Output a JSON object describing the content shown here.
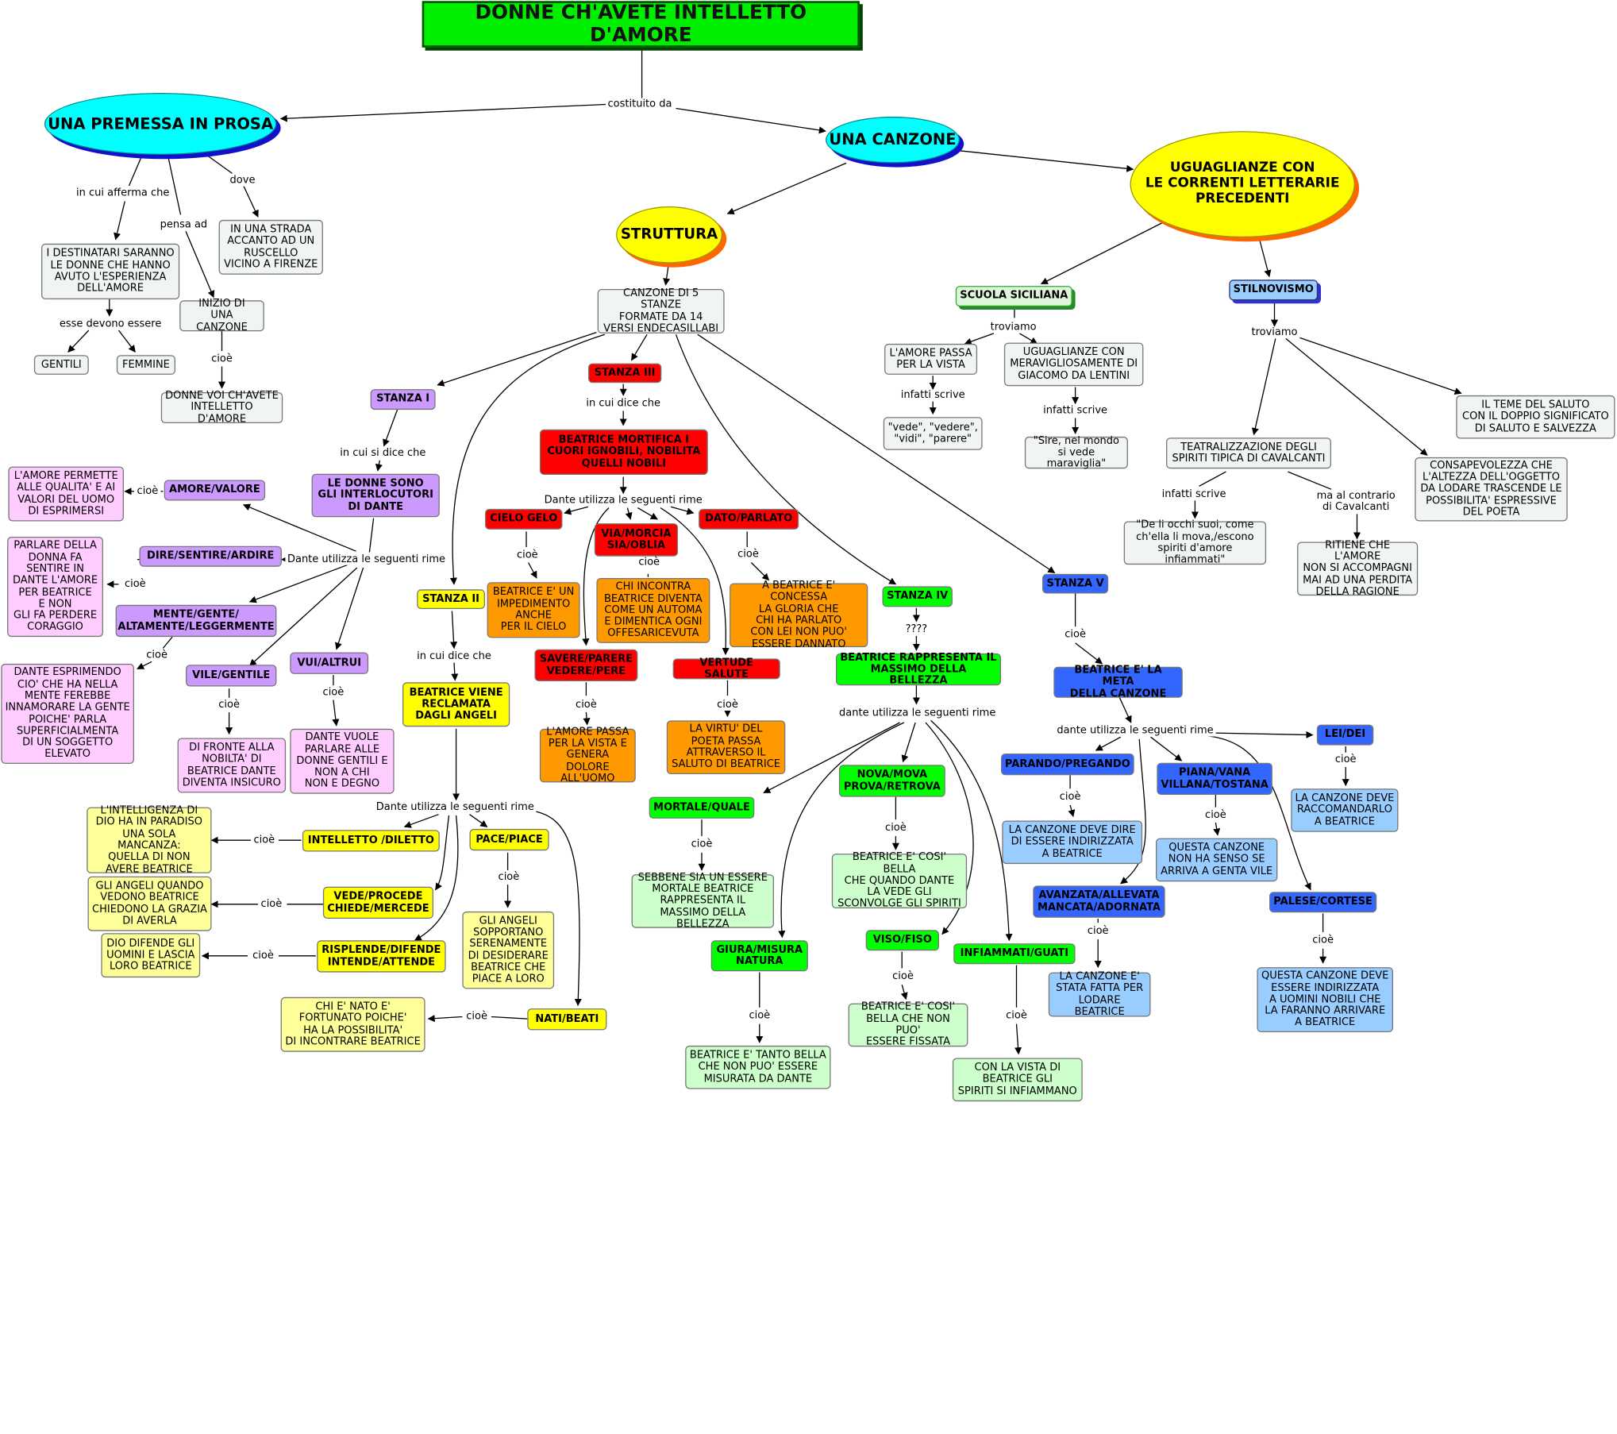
{
  "title": "DONNE CH'AVETE INTELLETTO D'AMORE",
  "nodes": {
    "premessa": "UNA PREMESSA IN PROSA",
    "canzone": "UNA CANZONE",
    "uguaglianze": "UGUAGLIANZE CON\nLE CORRENTI LETTERARIE\nPRECEDENTI",
    "struttura": "STRUTTURA",
    "destinatari": "I DESTINATARI SARANNO\nLE DONNE CHE HANNO\nAVUTO L'ESPERIENZA\nDELL'AMORE",
    "strada": "IN UNA STRADA\nACCANTO AD UN\nRUSCELLO\nVICINO A FIRENZE",
    "inizio": "INIZIO DI\nUNA CANZONE",
    "gentili": "GENTILI",
    "femmine": "FEMMINE",
    "donne_voi": "DONNE VOI CH'AVETE\nINTELLETTO D'AMORE",
    "canzone5": "CANZONE DI 5 STANZE\nFORMATE DA 14\nVERSI ENDECASILLABI",
    "scuola": "SCUOLA SICILIANA",
    "stilnovismo": "STILNOVISMO",
    "amore_vista": "L'AMORE PASSA\nPER LA VISTA",
    "meraviglia": "UGUAGLIANZE CON\nMERAVIGLIOSAMENTE DI\nGIACOMO DA LENTINI",
    "vede_q": "\"vede\", \"vedere\",\n\"vidi\", \"parere\"",
    "sire_q": "\"Sire, nel mondo\nsi vede maraviglia\"",
    "teatral": "TEATRALIZZAZIONE DEGLI\nSPIRITI TIPICA DI CAVALCANTI",
    "teme": "IL TEME DEL SALUTO\nCON IL DOPPIO SIGNIFICATO\nDI SALUTO E SALVEZZA",
    "consapev": "CONSAPEVOLEZZA CHE\nL'ALTEZZA DELL'OGGETTO\nDA LODARE TRASCENDE LE\nPOSSIBILITA' ESPRESSIVE\nDEL POETA",
    "occhi_q": "\"De li occhi suoi, come\nch'ella li mova,/escono\nspiriti d'amore infiammati\"",
    "ritiene": "RITIENE CHE L'AMORE\nNON SI ACCOMPAGNI\nMAI AD UNA PERDITA\nDELLA RAGIONE",
    "stanza1": "STANZA I",
    "stanza2": "STANZA II",
    "stanza3": "STANZA III",
    "stanza4": "STANZA IV",
    "stanza5": "STANZA V",
    "interlocutori": "LE DONNE SONO\nGLI INTERLOCUTORI\nDI DANTE",
    "amore_valore": "AMORE/VALORE",
    "dire_sentire": "DIRE/SENTIRE/ARDIRE",
    "mente": "MENTE/GENTE/\nALTAMENTE/LEGGERMENTE",
    "vile": "VILE/GENTILE",
    "vui": "VUI/ALTRUI",
    "amore_permette": "L'AMORE PERMETTE\nALLE QUALITA' E AI\nVALORI DEL UOMO\nDI ESPRIMERSI",
    "parlare": "PARLARE DELLA\nDONNA FA\nSENTIRE IN\nDANTE L'AMORE\nPER BEATRICE\nE NON\nGLI FA PERDERE\nCORAGGIO",
    "dante_esprimendo": "DANTE ESPRIMENDO\nCIO' CHE HA NELLA\nMENTE FEREBBE\nINNAMORARE LA GENTE\nPOICHE' PARLA\nSUPERFICIALMENTA\nDI UN SOGGETTO\nELEVATO",
    "di_fronte": "DI FRONTE ALLA\nNOBILTA'  DI\nBEATRICE DANTE\nDIVENTA INSICURO",
    "dante_vuole": "DANTE VUOLE\nPARLARE  ALLE\nDONNE GENTILI E\nNON A CHI\nNON E DEGNO",
    "reclamata": "BEATRICE VIENE\nRECLAMATA\nDAGLI ANGELI",
    "intelletto": "INTELLETTO /DILETTO",
    "pace": "PACE/PIACE",
    "vede_procede": "VEDE/PROCEDE\nCHIEDE/MERCEDE",
    "risplende": "RISPLENDE/DIFENDE\nINTENDE/ATTENDE",
    "nati": "NATI/BEATI",
    "intelligenza": "L'INTELLIGENZA DI\nDIO HA IN PARADISO\nUNA SOLA MANCANZA:\nQUELLA DI NON\nAVERE BEATRICE",
    "angeli_quando": "GLI ANGELI QUANDO\nVEDONO BEATRICE\nCHIEDONO LA GRAZIA\nDI AVERLA",
    "dio_difende": "DIO DIFENDE GLI\nUOMINI E LASCIA\nLORO BEATRICE",
    "angeli_sopp": "GLI ANGELI\nSOPPORTANO\nSERENAMENTE\nDI DESIDERARE\nBEATRICE CHE\nPIACE A LORO",
    "chi_nato": "CHI E' NATO E'\nFORTUNATO POICHE'\nHA LA POSSIBILITA'\nDI INCONTRARE BEATRICE",
    "mortifica": "BEATRICE MORTIFICA I\nCUORI IGNOBILI, NOBILITA\nQUELLI NOBILI",
    "cielo_gelo": "CIELO GELO",
    "via_morcia": "VIA/MORCIA\nSIA/OBLIA",
    "dato_parlato": "DATO/PARLATO",
    "impedimento": "BEATRICE E' UN\nIMPEDIMENTO\nANCHE\nPER IL CIELO",
    "chi_incontra": "CHI INCONTRA\nBEATRICE DIVENTA\nCOME UN AUTOMA\nE DIMENTICA OGNI\nOFFESARICEVUTA",
    "concessa": "A BEATRICE E' CONCESSA\nLA GLORIA CHE\nCHI HA PARLATO\nCON LEI  NON PUO'\nESSERE DANNATO",
    "savere": "SAVERE/PARERE\nVEDERE/PERE",
    "vertude": "VERTUDE SALUTE",
    "amore_passa2": "L'AMORE PASSA\nPER LA VISTA E\nGENERA DOLORE\nALL'UOMO",
    "virtu": "LA VIRTU' DEL\nPOETA PASSA\nATTRAVERSO IL\nSALUTO DI BEATRICE",
    "massimo": "BEATRICE RAPPRESENTA IL\nMASSIMO DELLA BELLEZZA",
    "nova_mova": "NOVA/MOVA\nPROVA/RETROVA",
    "mortale": "MORTALE/QUALE",
    "sebbene": "SEBBENE SIA UN ESSERE\nMORTALE BEATRICE\nRAPPRESENTA IL\nMASSIMO DELLA BELLEZZA",
    "cosi_bella": "BEATRICE E' COSI' BELLA\nCHE QUANDO DANTE\nLA VEDE GLI\nSCONVOLGE GLI SPIRITI",
    "giura": "GIURA/MISURA\nNATURA",
    "viso_fiso": "VISO/FISO",
    "infiammati": "INFIAMMATI/GUATI",
    "tanto_bella": "BEATRICE E' TANTO BELLA\nCHE NON PUO' ESSERE\nMISURATA DA DANTE",
    "non_fissata": "BEATRICE E' COSI'\nBELLA CHE NON PUO'\nESSERE FISSATA",
    "con_vista": "CON LA VISTA DI\nBEATRICE GLI\nSPIRITI SI INFIAMMANO",
    "meta": "BEATRICE E' LA META\nDELLA CANZONE",
    "parando": "PARANDO/PREGANDO",
    "piana": "PIANA/VANA\nVILLANA/TOSTANA",
    "lei_dei": "LEI/DEI",
    "dire_indir": "LA CANZONE DEVE DIRE\nDI ESSERE INDIRIZZATA\nA BEATRICE",
    "senso": "QUESTA CANZONE\nNON HA SENSO SE\nARRIVA A GENTA VILE",
    "raccomand": "LA CANZONE DEVE\nRACCOMANDARLO\nA BEATRICE",
    "avanzata": "AVANZATA/ALLEVATA\nMANCATA/ADORNATA",
    "palese": "PALESE/CORTESE",
    "stata_fatta": "LA CANZONE E'\nSTATA FATTA PER\nLODARE BEATRICE",
    "uomini_nobili": "QUESTA CANZONE DEVE\nESSERE INDIRIZZATA\nA UOMINI NOBILI CHE\nLA FARANNO ARRIVARE\nA BEATRICE"
  },
  "labels": {
    "costituito": "costituito da",
    "in_cui_afferma": "in cui afferma che",
    "pensa_ad": "pensa ad",
    "dove": "dove",
    "esse_devono": "esse devono essere",
    "cioe": "cioè",
    "troviamo": "troviamo",
    "infatti_scrive": "infatti scrive",
    "ma_al_contrario": "ma al contrario\ndi Cavalcanti",
    "in_cui_si_dice": "in cui si dice che",
    "in_cui_dice": "in cui dice che",
    "dante_rime": "Dante utilizza le seguenti rime",
    "dante_rime_lc": "dante utilizza le seguenti rime",
    "qqqq": "????"
  },
  "colors": {
    "title_bg": "#00ee00",
    "ellipse_cyan": "#00ffff",
    "ellipse_yellow": "#ffff00",
    "stanza_purple": "#cc99ff",
    "stanza_red": "#ff0000",
    "stanza_yellow": "#ffff00",
    "stanza_green": "#00ff00",
    "stanza_blue": "#3366ff"
  }
}
